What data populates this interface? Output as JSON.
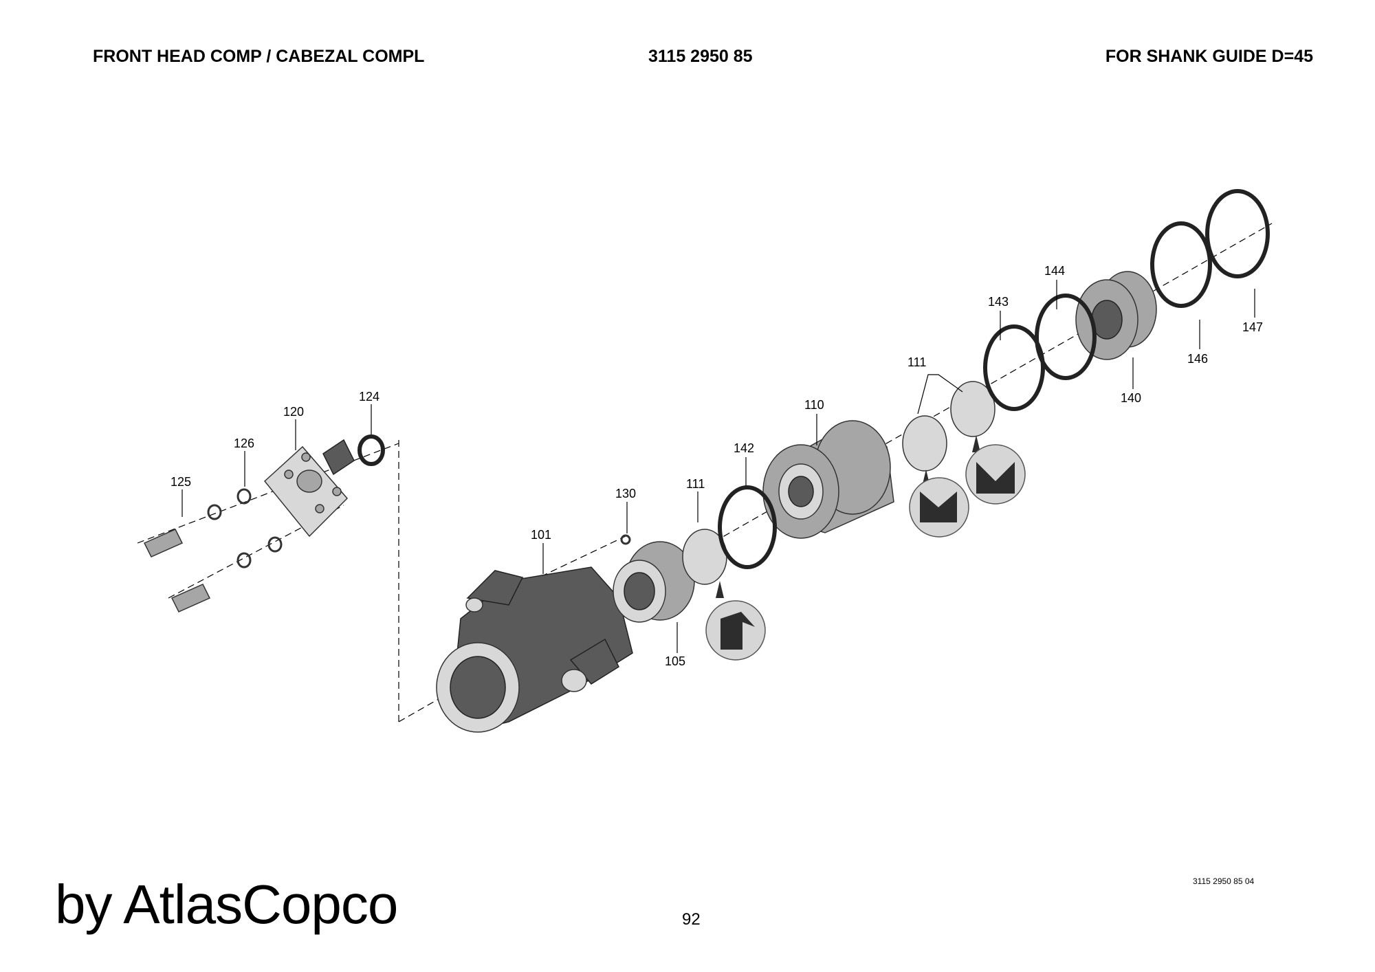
{
  "header": {
    "left": "FRONT HEAD COMP / CABEZAL COMPL",
    "center": "3115 2950 85",
    "right": "FOR SHANK GUIDE D=45"
  },
  "footer": {
    "brand": "by AtlasCopco",
    "page_number": "92",
    "drawing_ref": "3115 2950 85 04"
  },
  "callouts": {
    "c101": "101",
    "c105": "105",
    "c110": "110",
    "c111a": "111",
    "c111b": "111",
    "c120": "120",
    "c124": "124",
    "c125": "125",
    "c126": "126",
    "c130": "130",
    "c140": "140",
    "c142": "142",
    "c143": "143",
    "c144": "144",
    "c146": "146",
    "c147": "147"
  }
}
